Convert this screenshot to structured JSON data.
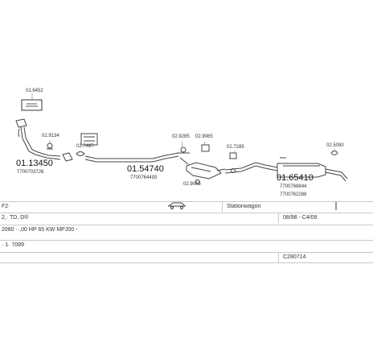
{
  "parts": {
    "p1": "01.6452",
    "p2": "02.9134",
    "p3_main": "01.13450",
    "p3_sub": "7700703726",
    "p4": "02.7487",
    "p5_main": "01.54740",
    "p5_sub": "7700764493",
    "p6": "02.9285",
    "p7": "02.9065",
    "p8": "02.9065",
    "p9": "02.7285",
    "p10_main": "01.65410",
    "p10_sub1": "7700768844",
    "p10_sub2": "7700762288",
    "p11": "02.5090"
  },
  "table": {
    "r1_c1": "F2·",
    "r1_c3": "Stationwagon",
    "r2_c1": "2,· TD, D®",
    "r2_c2": "08/98 - C4/09",
    "r3_c1": "2080 ··,00 HP 65 KW MPJ00 -",
    "r4_c1": "· 1· 7089",
    "r5_c2": "C280714"
  }
}
